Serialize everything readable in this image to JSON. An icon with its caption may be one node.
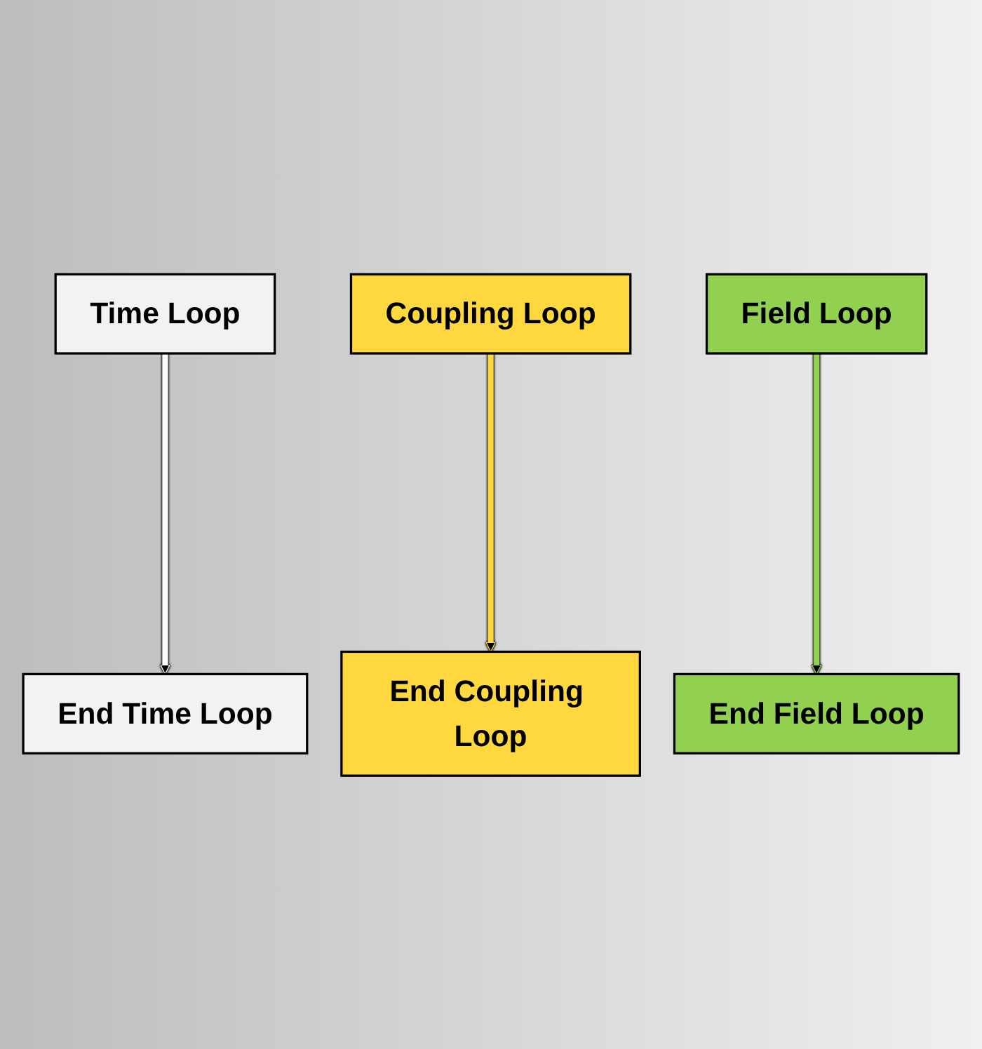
{
  "diagram": {
    "nodes": [
      {
        "text": [
          "Time Loop"
        ]
      },
      {
        "text": [
          "Coupling Loop"
        ]
      },
      {
        "text": [
          "Field Loop"
        ]
      },
      {
        "text": [
          "End Field Loop"
        ]
      },
      {
        "text": [
          "End Coupling Loop"
        ]
      },
      {
        "text": [
          "End Time Loop"
        ]
      }
    ],
    "edges": [
      {
        "from": 0,
        "to": 5,
        "arrow": "to",
        "color": "#ffffff"
      },
      {
        "from": 1,
        "to": 4,
        "arrow": "to",
        "color": "#ffd83f"
      },
      {
        "from": 2,
        "to": 3,
        "arrow": "to",
        "color": "#92d050"
      }
    ]
  }
}
